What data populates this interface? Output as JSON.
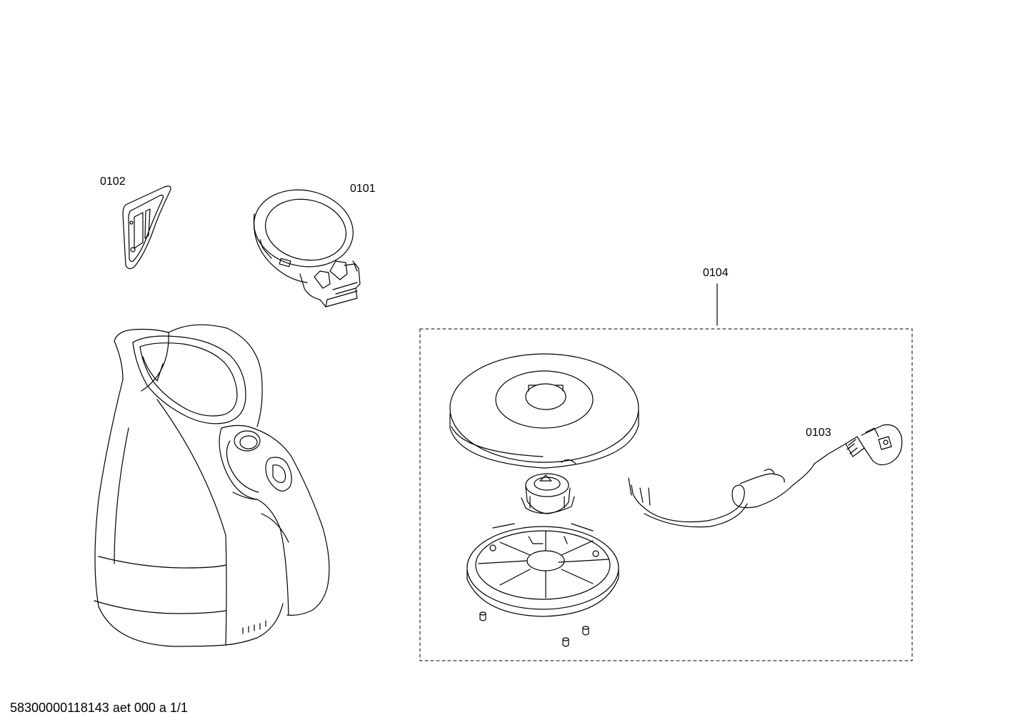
{
  "labels": {
    "part_0101": "0101",
    "part_0102": "0102",
    "part_0103": "0103",
    "part_0104": "0104"
  },
  "footer": {
    "text": "58300000118143 aet 000 a 1/1"
  },
  "colors": {
    "line": "#000000",
    "background": "#ffffff"
  }
}
